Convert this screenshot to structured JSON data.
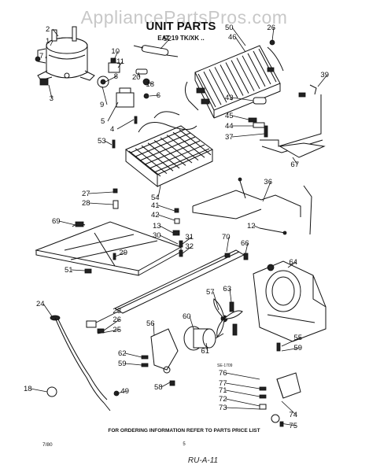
{
  "watermark": "AppliancePartsPros.com",
  "title": "UNIT PARTS",
  "subtitle": "EAT 19 TK/XK .. ",
  "footer_note": "FOR ORDERING INFORMATION REFER TO PARTS PRICE LIST",
  "date_code": "7/80",
  "page_number": "5",
  "handwritten_note": "RU-A-11",
  "diagram_code": "SE-1709",
  "callouts": [
    {
      "id": "c2",
      "text": "2"
    },
    {
      "id": "c1",
      "text": "1"
    },
    {
      "id": "c7",
      "text": "7"
    },
    {
      "id": "c3",
      "text": "3"
    },
    {
      "id": "c52",
      "text": "52"
    },
    {
      "id": "c10",
      "text": "10"
    },
    {
      "id": "c11",
      "text": "11"
    },
    {
      "id": "c8",
      "text": "8"
    },
    {
      "id": "c20",
      "text": "20"
    },
    {
      "id": "c9",
      "text": "9"
    },
    {
      "id": "c18t",
      "text": "18"
    },
    {
      "id": "c6",
      "text": "6"
    },
    {
      "id": "c5",
      "text": "5"
    },
    {
      "id": "c4",
      "text": "4"
    },
    {
      "id": "c53",
      "text": "53"
    },
    {
      "id": "c50",
      "text": "50"
    },
    {
      "id": "c46",
      "text": "46"
    },
    {
      "id": "c26t",
      "text": "26"
    },
    {
      "id": "c39",
      "text": "39"
    },
    {
      "id": "c43",
      "text": "43"
    },
    {
      "id": "c45",
      "text": "45"
    },
    {
      "id": "c44",
      "text": "44"
    },
    {
      "id": "c37",
      "text": "37"
    },
    {
      "id": "c67",
      "text": "67"
    },
    {
      "id": "c54",
      "text": "54"
    },
    {
      "id": "c27",
      "text": "27"
    },
    {
      "id": "c28",
      "text": "28"
    },
    {
      "id": "c41",
      "text": "41"
    },
    {
      "id": "c42",
      "text": "42"
    },
    {
      "id": "c36",
      "text": "36"
    },
    {
      "id": "c69",
      "text": "69"
    },
    {
      "id": "c13",
      "text": "13"
    },
    {
      "id": "c30",
      "text": "30"
    },
    {
      "id": "c12",
      "text": "12"
    },
    {
      "id": "c31",
      "text": "31"
    },
    {
      "id": "c32",
      "text": "32"
    },
    {
      "id": "c70",
      "text": "70"
    },
    {
      "id": "c29",
      "text": "29"
    },
    {
      "id": "c66",
      "text": "66"
    },
    {
      "id": "c64",
      "text": "64"
    },
    {
      "id": "c51",
      "text": "51"
    },
    {
      "id": "c24",
      "text": "24"
    },
    {
      "id": "c57",
      "text": "57"
    },
    {
      "id": "c63",
      "text": "63"
    },
    {
      "id": "c23",
      "text": "23"
    },
    {
      "id": "c26b",
      "text": "26"
    },
    {
      "id": "c25",
      "text": "25"
    },
    {
      "id": "c56",
      "text": "56"
    },
    {
      "id": "c60",
      "text": "60"
    },
    {
      "id": "c61",
      "text": "61"
    },
    {
      "id": "c55",
      "text": "55"
    },
    {
      "id": "c59a",
      "text": "59"
    },
    {
      "id": "c62",
      "text": "62"
    },
    {
      "id": "c59b",
      "text": "59"
    },
    {
      "id": "c76",
      "text": "76"
    },
    {
      "id": "c77",
      "text": "77"
    },
    {
      "id": "c71",
      "text": "71"
    },
    {
      "id": "c72",
      "text": "72"
    },
    {
      "id": "c73",
      "text": "73"
    },
    {
      "id": "c74",
      "text": "74"
    },
    {
      "id": "c75",
      "text": "75"
    },
    {
      "id": "c18b",
      "text": "18"
    },
    {
      "id": "c49",
      "text": "49"
    },
    {
      "id": "c58",
      "text": "58"
    }
  ]
}
